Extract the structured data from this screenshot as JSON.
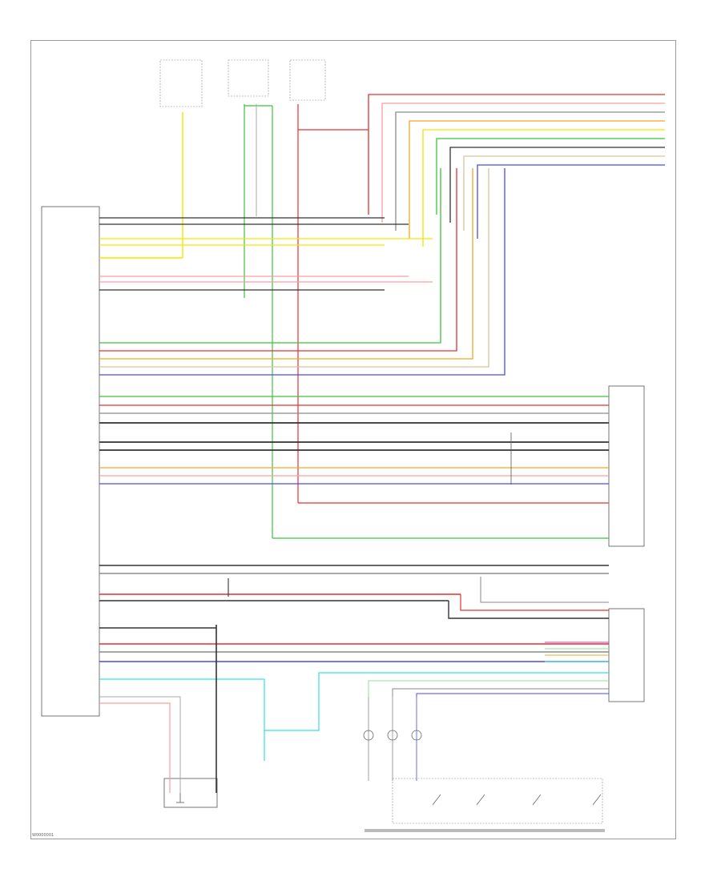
{
  "diagram": {
    "colors": {
      "yellow": "#f2e600",
      "green": "#3cc33c",
      "red": "#e53030",
      "pink": "#f3a0a0",
      "gray": "#8c8c8c",
      "black": "#333333",
      "white": "#dddddd",
      "orange": "#f5a623",
      "blue": "#4a4af0",
      "tan": "#d9c49a",
      "cyan": "#35e0e0",
      "violet": "#c040c0",
      "lightgreen": "#90e090"
    },
    "wires": [
      {
        "name": "top-red",
        "color": "red"
      },
      {
        "name": "top-pink",
        "color": "pink"
      },
      {
        "name": "top-gray",
        "color": "gray"
      },
      {
        "name": "top-orange",
        "color": "orange"
      },
      {
        "name": "top-yellow",
        "color": "yellow"
      },
      {
        "name": "top-green",
        "color": "green"
      },
      {
        "name": "top-black",
        "color": "black"
      },
      {
        "name": "top-tan",
        "color": "tan"
      },
      {
        "name": "top-blue",
        "color": "blue"
      },
      {
        "name": "speaker-pair-1",
        "color": "black"
      },
      {
        "name": "speaker-pair-2",
        "color": "yellow"
      },
      {
        "name": "speaker-pair-3",
        "color": "pink"
      },
      {
        "name": "rear-speaker-1",
        "color": "green"
      },
      {
        "name": "rear-speaker-2",
        "color": "red"
      },
      {
        "name": "rear-speaker-3",
        "color": "orange"
      },
      {
        "name": "rear-speaker-4",
        "color": "tan"
      },
      {
        "name": "rear-speaker-5",
        "color": "blue"
      },
      {
        "name": "bus-green",
        "color": "green"
      },
      {
        "name": "bus-red",
        "color": "red"
      },
      {
        "name": "bus-gray",
        "color": "gray"
      },
      {
        "name": "bus-black-1",
        "color": "black"
      },
      {
        "name": "bus-black-2",
        "color": "black"
      },
      {
        "name": "bus-orange",
        "color": "orange"
      },
      {
        "name": "bus-pink",
        "color": "pink"
      },
      {
        "name": "bus-blue",
        "color": "blue"
      },
      {
        "name": "remote-red",
        "color": "red"
      },
      {
        "name": "remote-gray",
        "color": "gray"
      },
      {
        "name": "remote-blue",
        "color": "blue"
      },
      {
        "name": "cyan-line",
        "color": "cyan"
      }
    ]
  },
  "footer": {
    "code": "W0000001"
  }
}
